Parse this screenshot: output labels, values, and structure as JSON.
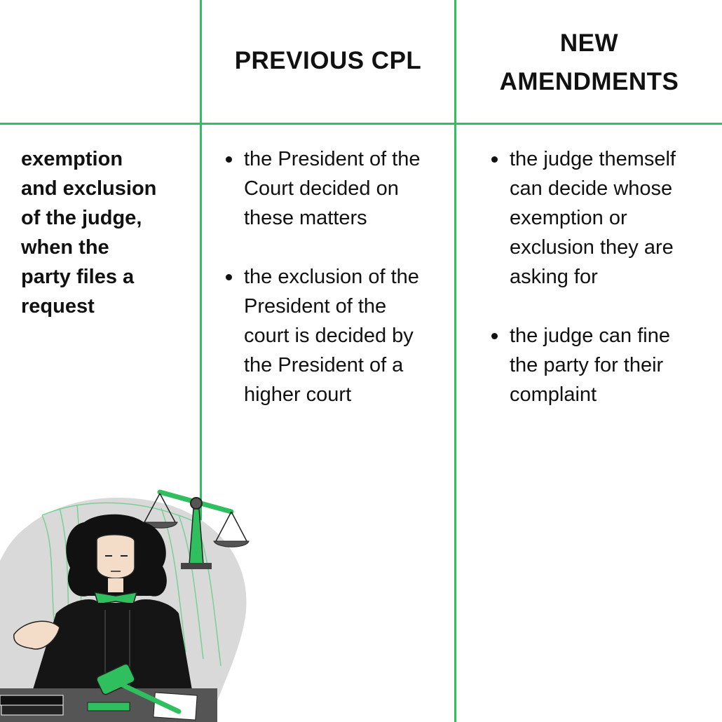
{
  "headers": {
    "col1": "",
    "col2": "PREVIOUS CPL",
    "col3": "NEW\nAMENDMENTS"
  },
  "row_label": "exemption\nand exclusion\nof the judge,\nwhen the\nparty files a\nrequest",
  "previous": [
    "the President of the\nCourt decided on\nthese matters",
    "the exclusion of the\nPresident of the\ncourt is decided by\nthe President of a\nhigher court"
  ],
  "amendments": [
    "the judge themself\ncan decide whose\nexemption or\nexclusion they are\nasking for",
    "the judge can fine\nthe party for their\ncomplaint"
  ],
  "colors": {
    "accent": "#2fbf5f",
    "text": "#111111",
    "background": "#ffffff"
  },
  "illustration": {
    "icon": "judge-with-scales-and-gavel-illustration"
  }
}
